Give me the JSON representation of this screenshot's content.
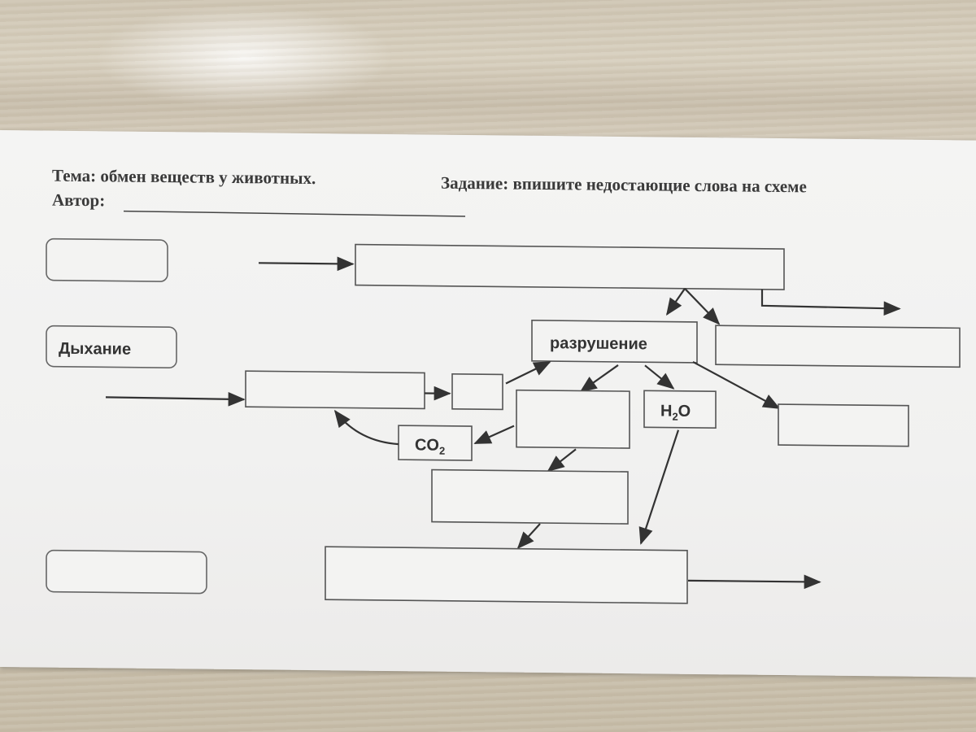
{
  "header": {
    "topic": "Тема: обмен веществ у животных.",
    "task": "Задание: впишите недостающие слова на схеме",
    "author_label": "Автор:"
  },
  "diagram": {
    "breathing_label": "Дыхание",
    "destruction_label": "разрушение",
    "co2_main": "CO",
    "co2_sub": "2",
    "h2o_h": "H",
    "h2o_sub": "2",
    "h2o_o": "O"
  }
}
